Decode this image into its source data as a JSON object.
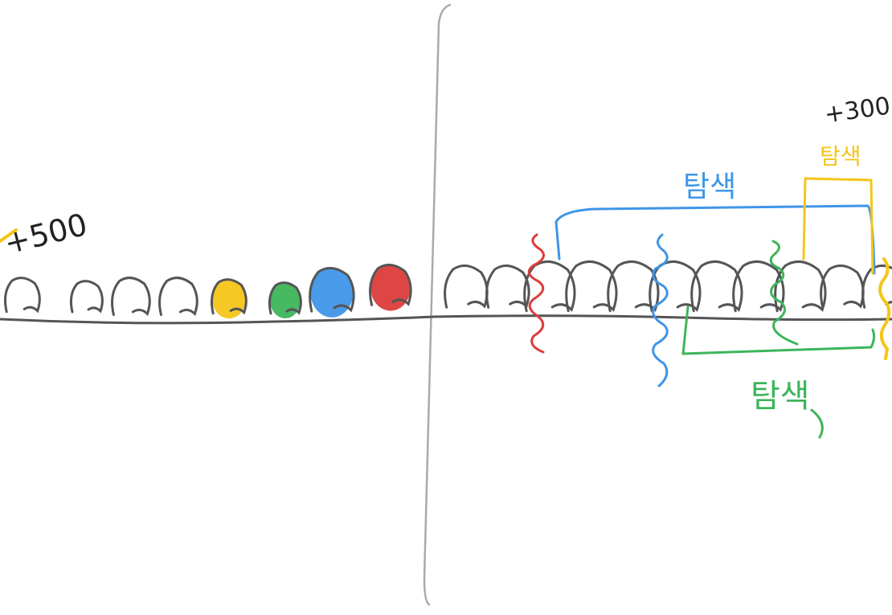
{
  "annotations": {
    "left_score": "+500",
    "right_score": "+300",
    "blue_label": "탐색",
    "green_label": "탐색",
    "yellow_label": "탐색"
  },
  "colors": {
    "ink": "#555555",
    "divider": "#aaaaaa",
    "yellow": "#f5c518",
    "green": "#3cb55a",
    "blue": "#3f95e8",
    "red": "#dc3c3c"
  },
  "left_panel": {
    "circles": [
      {
        "fill": "none"
      },
      {
        "fill": "none"
      },
      {
        "fill": "none"
      },
      {
        "fill": "none"
      },
      {
        "fill": "yellow"
      },
      {
        "fill": "green"
      },
      {
        "fill": "blue"
      },
      {
        "fill": "red"
      }
    ]
  },
  "right_panel": {
    "circle_count": 11,
    "markers": [
      "red",
      "blue",
      "green",
      "yellow"
    ]
  }
}
